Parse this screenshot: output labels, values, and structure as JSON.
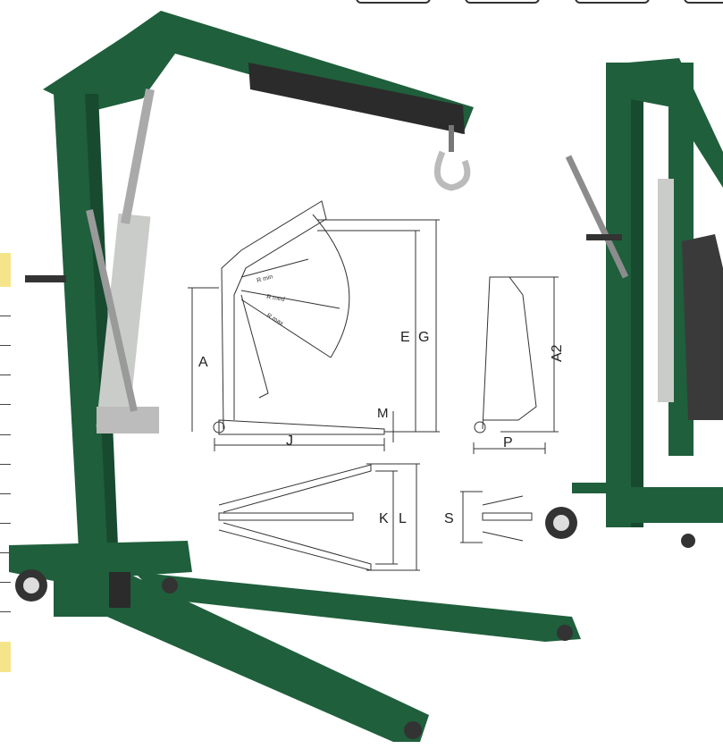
{
  "diagram": {
    "dimension_labels": {
      "A": "A",
      "E": "E",
      "G": "G",
      "J": "J",
      "M": "M",
      "A2": "A2",
      "P": "P",
      "K": "K",
      "L": "L",
      "S": "S"
    },
    "radius_labels": {
      "r_min": "R min",
      "r_med": "R med",
      "r_max": "R max"
    }
  },
  "colors": {
    "crane_green": "#1f5f3c",
    "dark_green": "#174a2f",
    "cylinder": "#c9ccc8",
    "yellow_tab": "#f5e58a"
  }
}
